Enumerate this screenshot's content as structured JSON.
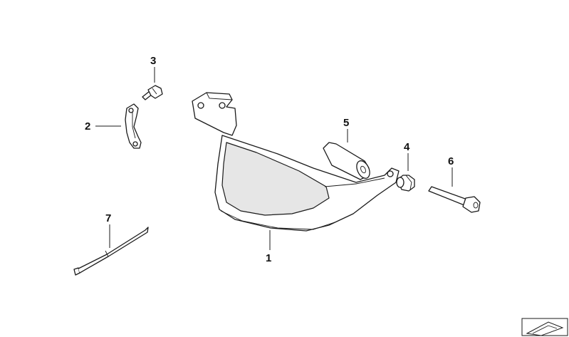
{
  "callouts": [
    {
      "id": "1",
      "label": "1"
    },
    {
      "id": "2",
      "label": "2"
    },
    {
      "id": "3",
      "label": "3"
    },
    {
      "id": "4",
      "label": "4"
    },
    {
      "id": "5",
      "label": "5"
    },
    {
      "id": "6",
      "label": "6"
    },
    {
      "id": "7",
      "label": "7"
    }
  ],
  "colors": {
    "line": "#1a1a1a",
    "fill": "#ffffff",
    "shade": "#e6e6e6"
  }
}
